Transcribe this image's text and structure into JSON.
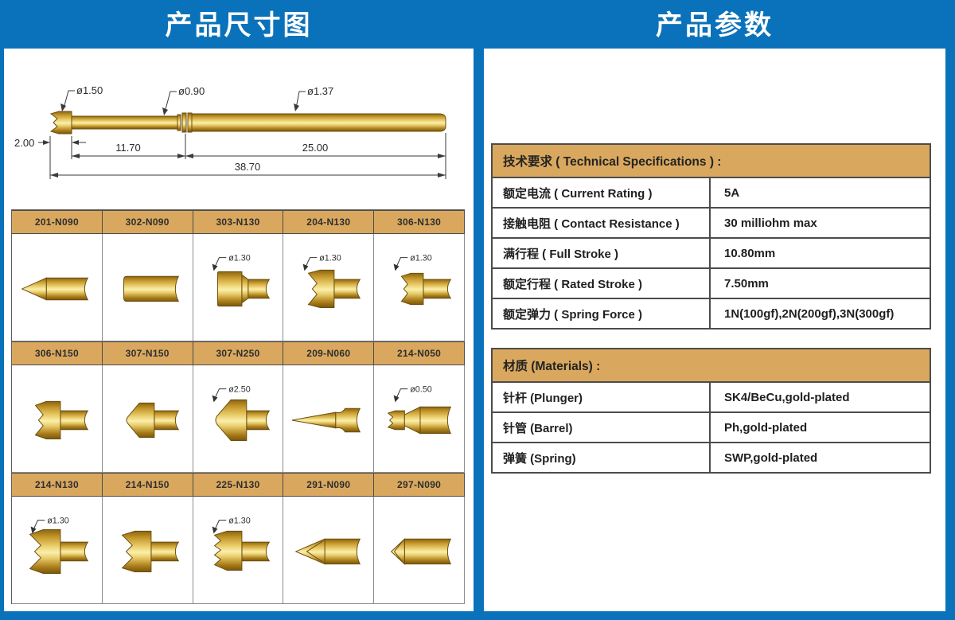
{
  "colors": {
    "page_blue": "#0a72ba",
    "band_tan": "#d9a85e",
    "gold_light": "#f9efad",
    "gold_dark": "#7a560d"
  },
  "left_panel": {
    "title": "产品尺寸图",
    "drawing": {
      "dia_tip": "ø1.50",
      "dia_plunger": "ø0.90",
      "dia_barrel": "ø1.37",
      "dim_tip": "2.00",
      "dim_plunger": "11.70",
      "dim_barrel": "25.00",
      "dim_total": "38.70"
    },
    "grid": [
      {
        "model": "201-N090",
        "tip": "cone",
        "dim_label": ""
      },
      {
        "model": "302-N090",
        "tip": "flat",
        "dim_label": ""
      },
      {
        "model": "303-N130",
        "tip": "cyl",
        "dim_label": "ø1.30"
      },
      {
        "model": "204-N130",
        "tip": "crown-big",
        "dim_label": "ø1.30"
      },
      {
        "model": "306-N130",
        "tip": "crown-small",
        "dim_label": "ø1.30"
      },
      {
        "model": "306-N150",
        "tip": "crown-med",
        "dim_label": ""
      },
      {
        "model": "307-N150",
        "tip": "cone-round",
        "dim_label": ""
      },
      {
        "model": "307-N250",
        "tip": "cone-round-big",
        "dim_label": "ø2.50"
      },
      {
        "model": "209-N060",
        "tip": "needle",
        "dim_label": ""
      },
      {
        "model": "214-N050",
        "tip": "crown-tiny",
        "dim_label": "ø0.50"
      },
      {
        "model": "214-N130",
        "tip": "crown-large",
        "dim_label": "ø1.30"
      },
      {
        "model": "214-N150",
        "tip": "crown-large2",
        "dim_label": ""
      },
      {
        "model": "225-N130",
        "tip": "crown-serrated",
        "dim_label": "ø1.30"
      },
      {
        "model": "291-N090",
        "tip": "chisel",
        "dim_label": ""
      },
      {
        "model": "297-N090",
        "tip": "notch",
        "dim_label": ""
      }
    ]
  },
  "right_panel": {
    "title": "产品参数",
    "spec_table": {
      "header": "技术要求 ( Technical Specifications ) :",
      "rows": [
        {
          "label": "额定电流 ( Current Rating )",
          "value": "5A"
        },
        {
          "label": "接触电阻 ( Contact Resistance )",
          "value": "30 milliohm max"
        },
        {
          "label": "满行程 ( Full Stroke )",
          "value": "10.80mm"
        },
        {
          "label": "额定行程 ( Rated Stroke )",
          "value": "7.50mm"
        },
        {
          "label": "额定弹力 ( Spring Force )",
          "value": "1N(100gf),2N(200gf),3N(300gf)"
        }
      ]
    },
    "materials_table": {
      "header": "材质 (Materials) :",
      "rows": [
        {
          "label": "针杆 (Plunger)",
          "value": "SK4/BeCu,gold-plated"
        },
        {
          "label": "针管 (Barrel)",
          "value": "Ph,gold-plated"
        },
        {
          "label": "弹簧 (Spring)",
          "value": "SWP,gold-plated"
        }
      ]
    }
  }
}
